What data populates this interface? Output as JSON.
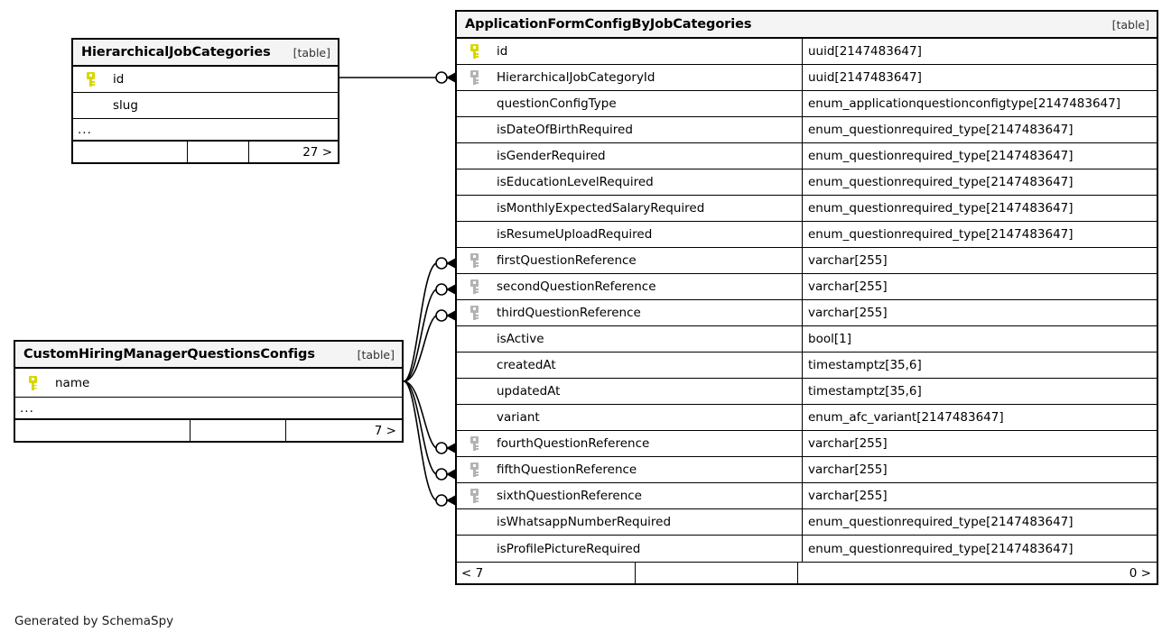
{
  "diagram": {
    "credit": "Generated by SchemaSpy",
    "table_tag": "[table]",
    "ellipsis": "...",
    "pk_icon": "key-icon",
    "fk_icon": "key-icon"
  },
  "tables": {
    "hierarchical": {
      "title": "HierarchicalJobCategories",
      "tag": "[table]",
      "columns": [
        {
          "name": "id",
          "key": "pk"
        },
        {
          "name": "slug",
          "key": "none"
        }
      ],
      "ellipsis": "...",
      "footer": {
        "left": "",
        "mid": "",
        "right": "27 >"
      }
    },
    "custom": {
      "title": "CustomHiringManagerQuestionsConfigs",
      "tag": "[table]",
      "columns": [
        {
          "name": "name",
          "key": "pk"
        }
      ],
      "ellipsis": "...",
      "footer": {
        "left": "",
        "mid": "",
        "right": "7 >"
      }
    },
    "main": {
      "title": "ApplicationFormConfigByJobCategories",
      "tag": "[table]",
      "columns": [
        {
          "name": "id",
          "type": "uuid[2147483647]",
          "key": "pk"
        },
        {
          "name": "HierarchicalJobCategoryId",
          "type": "uuid[2147483647]",
          "key": "fk"
        },
        {
          "name": "questionConfigType",
          "type": "enum_applicationquestionconfigtype[2147483647]",
          "key": "none"
        },
        {
          "name": "isDateOfBirthRequired",
          "type": "enum_questionrequired_type[2147483647]",
          "key": "none"
        },
        {
          "name": "isGenderRequired",
          "type": "enum_questionrequired_type[2147483647]",
          "key": "none"
        },
        {
          "name": "isEducationLevelRequired",
          "type": "enum_questionrequired_type[2147483647]",
          "key": "none"
        },
        {
          "name": "isMonthlyExpectedSalaryRequired",
          "type": "enum_questionrequired_type[2147483647]",
          "key": "none"
        },
        {
          "name": "isResumeUploadRequired",
          "type": "enum_questionrequired_type[2147483647]",
          "key": "none"
        },
        {
          "name": "firstQuestionReference",
          "type": "varchar[255]",
          "key": "fk"
        },
        {
          "name": "secondQuestionReference",
          "type": "varchar[255]",
          "key": "fk"
        },
        {
          "name": "thirdQuestionReference",
          "type": "varchar[255]",
          "key": "fk"
        },
        {
          "name": "isActive",
          "type": "bool[1]",
          "key": "none"
        },
        {
          "name": "createdAt",
          "type": "timestamptz[35,6]",
          "key": "none"
        },
        {
          "name": "updatedAt",
          "type": "timestamptz[35,6]",
          "key": "none"
        },
        {
          "name": "variant",
          "type": "enum_afc_variant[2147483647]",
          "key": "none"
        },
        {
          "name": "fourthQuestionReference",
          "type": "varchar[255]",
          "key": "fk"
        },
        {
          "name": "fifthQuestionReference",
          "type": "varchar[255]",
          "key": "fk"
        },
        {
          "name": "sixthQuestionReference",
          "type": "varchar[255]",
          "key": "fk"
        },
        {
          "name": "isWhatsappNumberRequired",
          "type": "enum_questionrequired_type[2147483647]",
          "key": "none"
        },
        {
          "name": "isProfilePictureRequired",
          "type": "enum_questionrequired_type[2147483647]",
          "key": "none"
        }
      ],
      "footer": {
        "left": "< 7",
        "mid": "",
        "right": "0 >"
      }
    }
  },
  "relationships": [
    {
      "from": "HierarchicalJobCategories.id",
      "to": "ApplicationFormConfigByJobCategories.HierarchicalJobCategoryId"
    },
    {
      "from": "CustomHiringManagerQuestionsConfigs.name",
      "to": "ApplicationFormConfigByJobCategories.firstQuestionReference"
    },
    {
      "from": "CustomHiringManagerQuestionsConfigs.name",
      "to": "ApplicationFormConfigByJobCategories.secondQuestionReference"
    },
    {
      "from": "CustomHiringManagerQuestionsConfigs.name",
      "to": "ApplicationFormConfigByJobCategories.thirdQuestionReference"
    },
    {
      "from": "CustomHiringManagerQuestionsConfigs.name",
      "to": "ApplicationFormConfigByJobCategories.fourthQuestionReference"
    },
    {
      "from": "CustomHiringManagerQuestionsConfigs.name",
      "to": "ApplicationFormConfigByJobCategories.fifthQuestionReference"
    },
    {
      "from": "CustomHiringManagerQuestionsConfigs.name",
      "to": "ApplicationFormConfigByJobCategories.sixthQuestionReference"
    }
  ],
  "colors": {
    "primary_key": "#d7d700",
    "foreign_key": "#b3b3b3",
    "border": "#000000",
    "header_bg": "#f4f4f4",
    "background": "#ffffff"
  }
}
